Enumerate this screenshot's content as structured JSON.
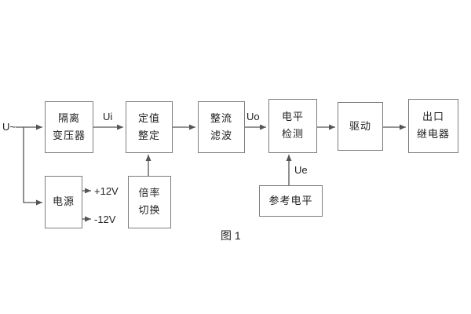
{
  "diagram": {
    "caption": "图 1",
    "labels": {
      "input": "U~",
      "ui": "Ui",
      "uo": "Uo",
      "ue": "Ue",
      "plus12": "+12V",
      "minus12": "-12V"
    },
    "blocks": {
      "isolation": {
        "lines": [
          "隔离",
          "变压器"
        ]
      },
      "setpoint": {
        "lines": [
          "定值",
          "整定"
        ]
      },
      "rectifier": {
        "lines": [
          "整流",
          "滤波"
        ]
      },
      "level": {
        "lines": [
          "电平",
          "检测"
        ]
      },
      "driver": {
        "lines": [
          "驱动"
        ]
      },
      "relay": {
        "lines": [
          "出口",
          "继电器"
        ]
      },
      "power": {
        "lines": [
          "电源"
        ]
      },
      "ratio": {
        "lines": [
          "倍率",
          "切换"
        ]
      },
      "reference": {
        "lines": [
          "参考电平"
        ]
      }
    }
  }
}
